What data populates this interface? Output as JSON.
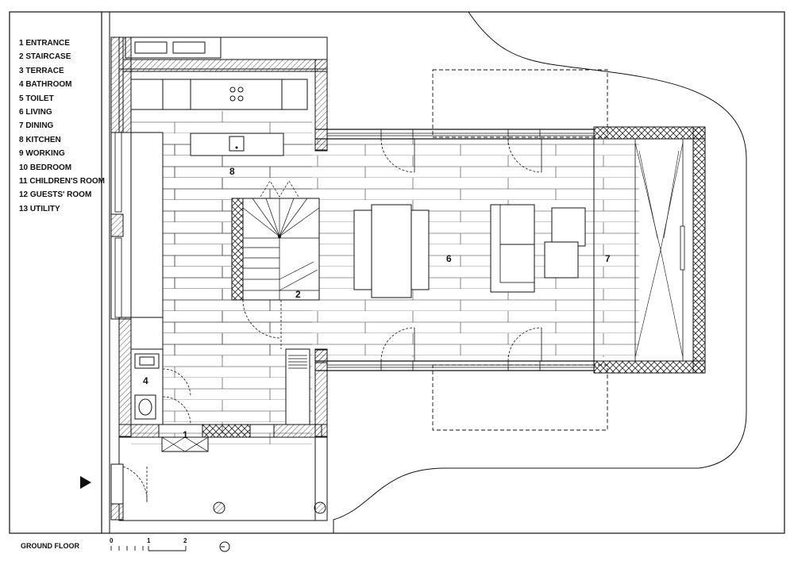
{
  "legend": [
    "1 ENTRANCE",
    "2 STAIRCASE",
    "3 TERRACE",
    "4 BATHROOM",
    "5 TOILET",
    "6 LIVING",
    "7 DINING",
    "8 KITCHEN",
    "9 WORKING",
    "10 BEDROOM",
    "11 CHILDREN'S ROOM",
    "12 GUESTS' ROOM",
    "13 UTILITY"
  ],
  "footer": {
    "title": "GROUND FLOOR",
    "scale_0": "0",
    "scale_1": "1",
    "scale_2": "2"
  },
  "rooms": {
    "kitchen": "8",
    "staircase": "2",
    "living": "6",
    "dining": "7",
    "bathroom": "4",
    "entrance": "1"
  },
  "colors": {
    "line": "#111111",
    "background": "#ffffff"
  }
}
